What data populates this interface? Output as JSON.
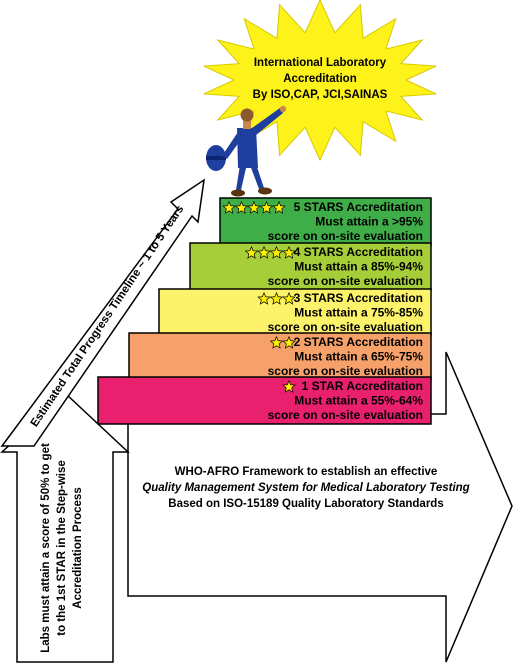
{
  "starburst": {
    "line1": "International Laboratory",
    "line2": "Accreditation",
    "line3": "By ISO,CAP, JCI,SAINAS",
    "fill": "#fdf21a"
  },
  "timeline_arrow": {
    "label": "Estimated Total Progress Timeline ~ 1 to 5 Years"
  },
  "left_arrow": {
    "line1": "Labs must attain a score of 50% to get",
    "line2": "to the 1st STAR in the Step-wise",
    "line3": "Accreditation Process"
  },
  "right_arrow": {
    "line1": "WHO-AFRO Framework to establish an effective",
    "line2": "Quality Management System for Medical Laboratory Testing",
    "line3": "Based on ISO-15189 Quality Laboratory Standards"
  },
  "steps": [
    {
      "stars": 5,
      "line1": "5 STARS Accreditation",
      "line2": "Must attain a >95%",
      "line3": "score on on-site evaluation",
      "color": "#3fae49"
    },
    {
      "stars": 4,
      "line1": "4 STARS Accreditation",
      "line2": "Must attain a 85%-94%",
      "line3": "score on on-site evaluation",
      "color": "#a6ce39"
    },
    {
      "stars": 3,
      "line1": "3 STARS Accreditation",
      "line2": "Must attain a 75%-85%",
      "line3": "score on on-site evaluation",
      "color": "#fdf36b"
    },
    {
      "stars": 2,
      "line1": "2 STARS Accreditation",
      "line2": "Must attain a 65%-75%",
      "line3": "score on on-site evaluation",
      "color": "#f7a16a"
    },
    {
      "stars": 1,
      "line1": "1 STAR Accreditation",
      "line2": "Must attain a 55%-64%",
      "line3": "score on on-site evaluation",
      "color": "#e8206e"
    }
  ],
  "star_color": "#fff200",
  "figure_color": "#1f3f9f",
  "figure": {
    "icon": "person-reaching-icon"
  }
}
